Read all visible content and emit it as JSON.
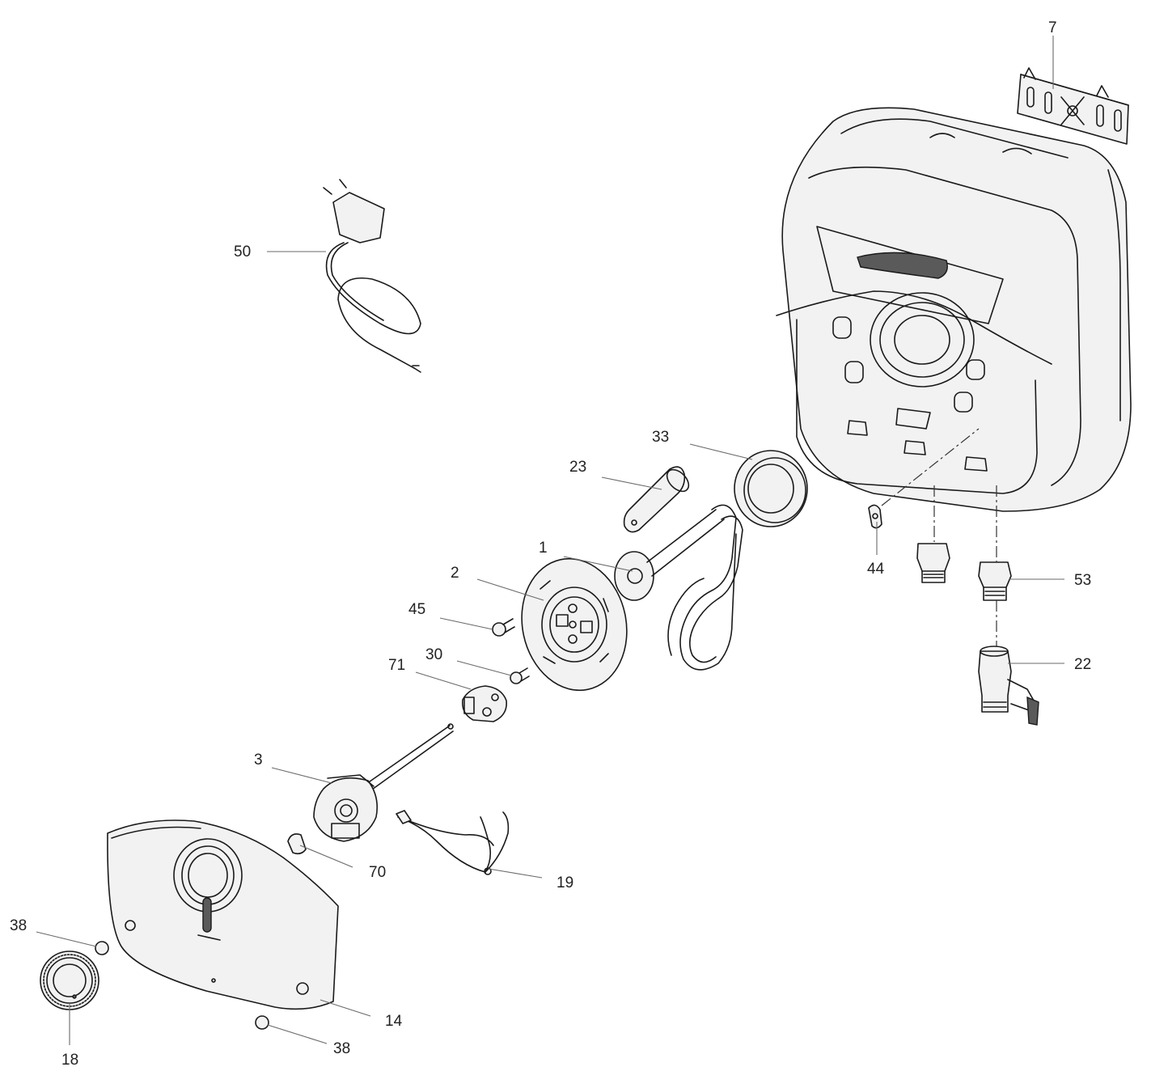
{
  "diagram": {
    "type": "exploded-parts-view",
    "callouts": [
      {
        "key": "p7",
        "label": "7",
        "part": "wall-mounting-bracket"
      },
      {
        "key": "p50",
        "label": "50",
        "part": "power-cord-with-plug"
      },
      {
        "key": "p33",
        "label": "33",
        "part": "flange-gasket"
      },
      {
        "key": "p23",
        "label": "23",
        "part": "magnesium-anode"
      },
      {
        "key": "p1",
        "label": "1",
        "part": "heating-element"
      },
      {
        "key": "p2",
        "label": "2",
        "part": "flange-plate"
      },
      {
        "key": "p45",
        "label": "45",
        "part": "screw"
      },
      {
        "key": "p30",
        "label": "30",
        "part": "screw"
      },
      {
        "key": "p71",
        "label": "71",
        "part": "terminal-block"
      },
      {
        "key": "p3",
        "label": "3",
        "part": "thermostat"
      },
      {
        "key": "p70",
        "label": "70",
        "part": "clip"
      },
      {
        "key": "p19",
        "label": "19",
        "part": "wiring-harness"
      },
      {
        "key": "p14",
        "label": "14",
        "part": "front-cover"
      },
      {
        "key": "p38a",
        "label": "38",
        "part": "cover-plug"
      },
      {
        "key": "p38b",
        "label": "38",
        "part": "cover-plug"
      },
      {
        "key": "p18",
        "label": "18",
        "part": "thermostat-knob"
      },
      {
        "key": "p44",
        "label": "44",
        "part": "earth-clip"
      },
      {
        "key": "p53",
        "label": "53",
        "part": "pipe-adapter"
      },
      {
        "key": "p22",
        "label": "22",
        "part": "safety-valve"
      }
    ]
  },
  "labels": {
    "p7": "7",
    "p50": "50",
    "p33": "33",
    "p23": "23",
    "p1": "1",
    "p2": "2",
    "p45": "45",
    "p30": "30",
    "p71": "71",
    "p3": "3",
    "p70": "70",
    "p19": "19",
    "p14": "14",
    "p38a": "38",
    "p38b": "38",
    "p18": "18",
    "p44": "44",
    "p53": "53",
    "p22": "22"
  },
  "colors": {
    "line": "#1a1a1a",
    "leader": "#6a6a6a",
    "fill": "#f2f2f2",
    "background": "#ffffff"
  }
}
